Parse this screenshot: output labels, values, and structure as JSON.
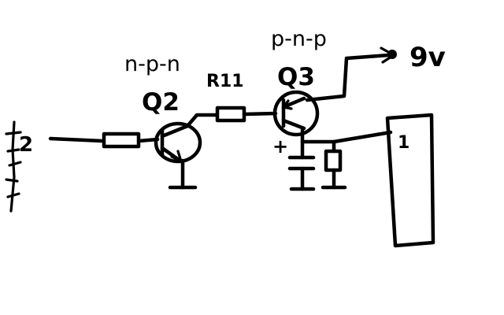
{
  "diagram": {
    "labels": {
      "npn_type": "n-p-n",
      "pnp_type": "p-n-p",
      "q2": "Q2",
      "q3": "Q3",
      "r1": "R11",
      "supply": "9v",
      "input": "2",
      "cap_polarity": "+",
      "block": "1"
    },
    "colors": {
      "ink": "#000000",
      "background": "#ffffff"
    }
  }
}
